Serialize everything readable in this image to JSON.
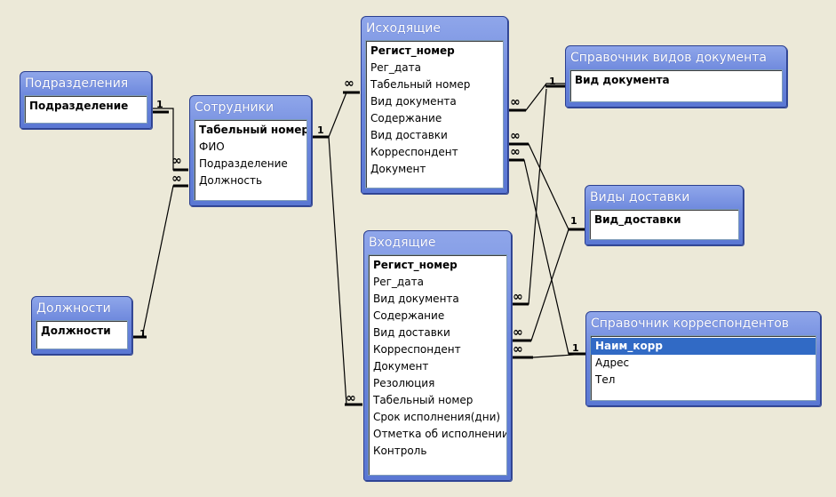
{
  "tables": {
    "podrazdeleniya": {
      "title": "Подразделения",
      "fields": [
        "Подразделение"
      ]
    },
    "dolzhnosti": {
      "title": "Должности",
      "fields": [
        "Должности"
      ]
    },
    "sotrudniki": {
      "title": "Сотрудники",
      "fields": [
        "Табельный номер",
        "ФИО",
        "Подразделение",
        "Должность"
      ]
    },
    "iskhodyashchie": {
      "title": "Исходящие",
      "fields": [
        "Регист_номер",
        "Рег_дата",
        "Табельный номер",
        "Вид документа",
        "Содержание",
        "Вид доставки",
        "Корреспондент",
        "Документ"
      ]
    },
    "vkhodyashchie": {
      "title": "Входящие",
      "fields": [
        "Регист_номер",
        "Рег_дата",
        "Вид документа",
        "Содержание",
        "Вид доставки",
        "Корреспондент",
        "Документ",
        "Резолюция",
        "Табельный номер",
        "Срок исполнения(дни)",
        "Отметка об исполнении",
        "Контроль"
      ]
    },
    "sprav_vidov": {
      "title": "Справочник видов документа",
      "fields": [
        "Вид документа"
      ]
    },
    "vidy_dostavki": {
      "title": "Виды доставки",
      "fields": [
        "Вид_доставки"
      ]
    },
    "sprav_korr": {
      "title": "Справочник корреспондентов",
      "fields": [
        "Наим_корр",
        "Адрес",
        "Тел"
      ],
      "selected": "Наим_корр"
    }
  },
  "cardinality": {
    "one": "1",
    "many": "∞"
  }
}
